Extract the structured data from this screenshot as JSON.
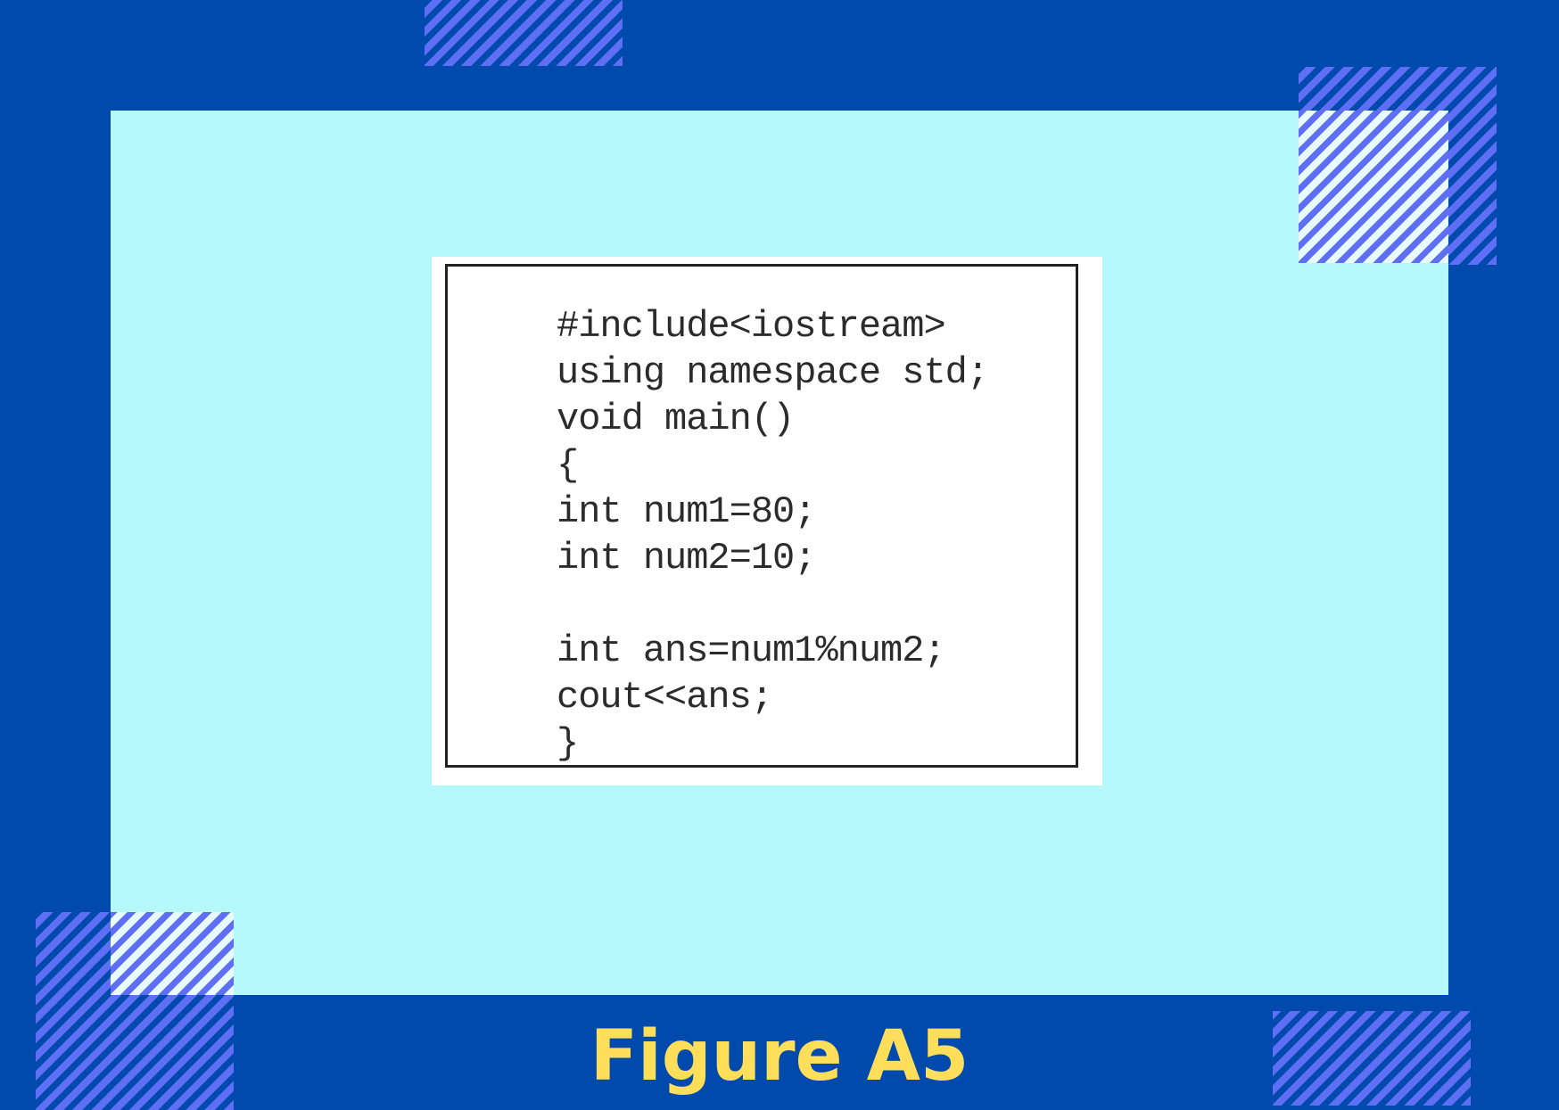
{
  "code": {
    "lines": [
      "#include<iostream>",
      "using namespace std;",
      "void main()",
      "{",
      "int num1=80;",
      "int num2=10;",
      "",
      "int ans=num1%num2;",
      "cout<<ans;",
      "}"
    ]
  },
  "caption": "Figure A5",
  "colors": {
    "background": "#004aad",
    "panel": "#b6f9fc",
    "stripe": "#5e6ff5",
    "caption": "#ffde59"
  }
}
